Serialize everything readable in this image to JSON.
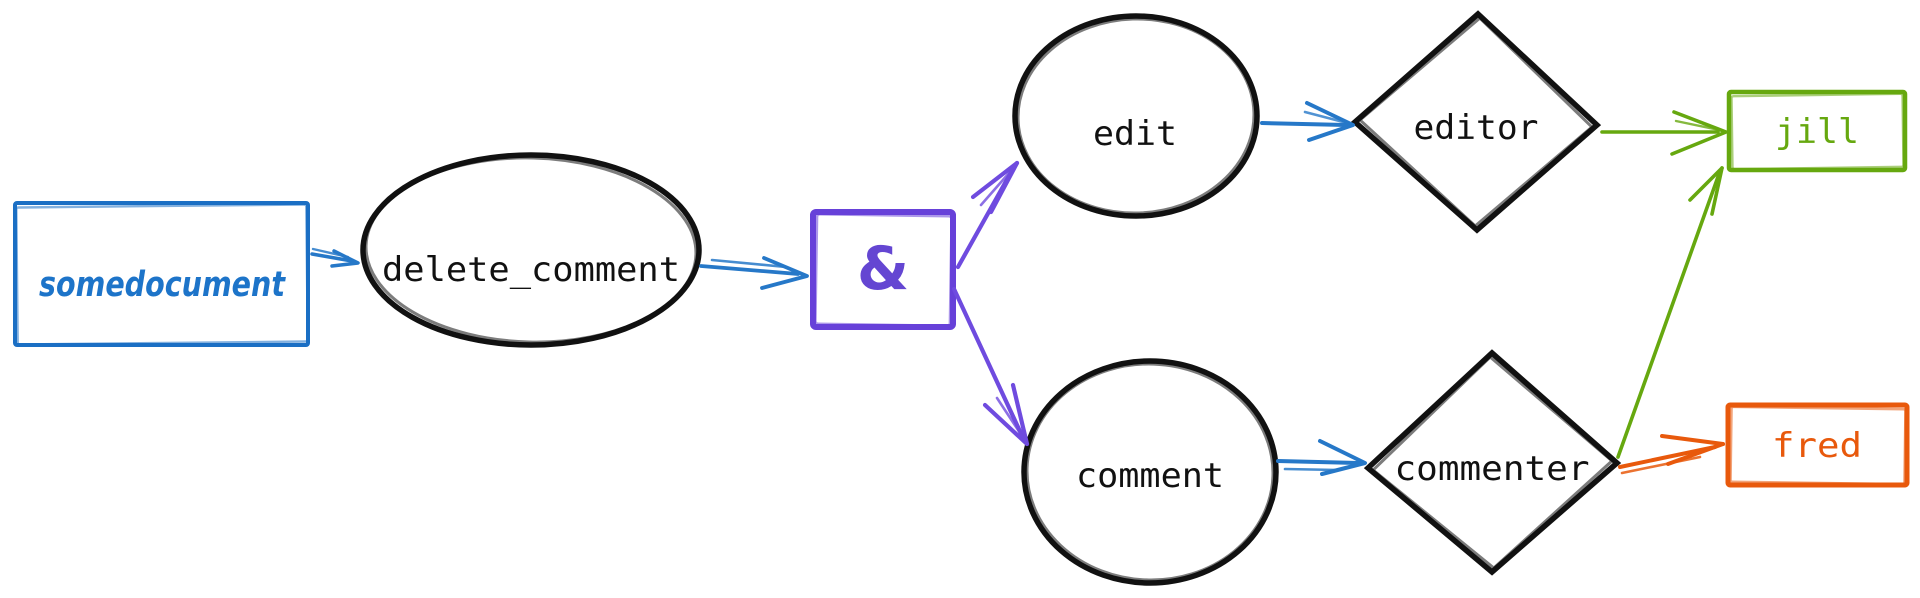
{
  "diagram": {
    "type": "flow-graph",
    "background": "#ffffff",
    "nodes": {
      "somedocument": {
        "label": "somedocument",
        "shape": "rectangle",
        "color": "#1b6fc4",
        "text_color": "#1d74c9"
      },
      "delete_comment": {
        "label": "delete_comment",
        "shape": "ellipse",
        "color": "#111111",
        "text_color": "#111111"
      },
      "and_gate": {
        "label": "&",
        "shape": "rectangle",
        "color": "#6741d9",
        "text_color": "#6446d2"
      },
      "edit": {
        "label": "edit",
        "shape": "circle",
        "color": "#111111",
        "text_color": "#111111"
      },
      "comment": {
        "label": "comment",
        "shape": "circle",
        "color": "#111111",
        "text_color": "#111111"
      },
      "editor": {
        "label": "editor",
        "shape": "diamond",
        "color": "#111111",
        "text_color": "#111111"
      },
      "commenter": {
        "label": "commenter",
        "shape": "diamond",
        "color": "#111111",
        "text_color": "#111111"
      },
      "jill": {
        "label": "jill",
        "shape": "rectangle",
        "color": "#66a80f",
        "text_color": "#66a80f"
      },
      "fred": {
        "label": "fred",
        "shape": "rectangle",
        "color": "#e8590c",
        "text_color": "#e8590c"
      }
    },
    "edges": [
      {
        "from": "somedocument",
        "to": "delete_comment",
        "color": "#2678c8"
      },
      {
        "from": "delete_comment",
        "to": "and_gate",
        "color": "#2678c8"
      },
      {
        "from": "and_gate",
        "to": "edit",
        "color": "#6f4bdf"
      },
      {
        "from": "and_gate",
        "to": "comment",
        "color": "#6f4bdf"
      },
      {
        "from": "edit",
        "to": "editor",
        "color": "#2678c8"
      },
      {
        "from": "comment",
        "to": "commenter",
        "color": "#2678c8"
      },
      {
        "from": "editor",
        "to": "jill",
        "color": "#66a80f"
      },
      {
        "from": "commenter",
        "to": "jill",
        "color": "#66a80f"
      },
      {
        "from": "commenter",
        "to": "fred",
        "color": "#e8590c"
      }
    ]
  }
}
